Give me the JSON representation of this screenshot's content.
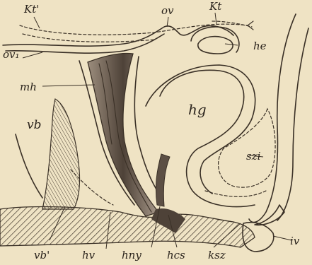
{
  "figure": {
    "labels": {
      "kt_prime": "Kt'",
      "ov": "ov",
      "kt": "Kt",
      "he": "he",
      "ov1": "ov₁",
      "mh": "mh",
      "hg": "hg",
      "vb": "vb",
      "szi": "szi",
      "vb_prime": "vb'",
      "hv": "hv",
      "hny": "hny",
      "hcs": "hcs",
      "ksz": "ksz",
      "iv": "iv"
    },
    "colors": {
      "paper": "#efe3c4",
      "ink": "#3a3026",
      "shade": "#6d5f52"
    }
  }
}
